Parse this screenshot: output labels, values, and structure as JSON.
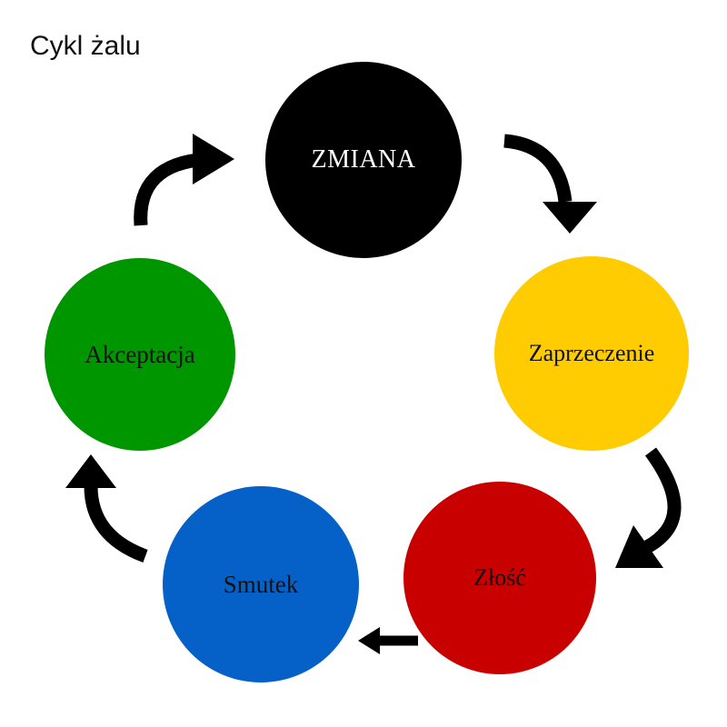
{
  "title": "Cykl żalu",
  "stages": [
    {
      "id": "zmiana",
      "label": "ZMIANA",
      "fill": "#000000",
      "text_color": "#ffffff"
    },
    {
      "id": "zaprzeczenie",
      "label": "Zaprzeczenie",
      "fill": "#fecc00",
      "text_color": "#111111"
    },
    {
      "id": "zlosc",
      "label": "Złość",
      "fill": "#c80000",
      "text_color": "#111111"
    },
    {
      "id": "smutek",
      "label": "Smutek",
      "fill": "#0561c8",
      "text_color": "#111111"
    },
    {
      "id": "akceptacja",
      "label": "Akceptacja",
      "fill": "#009600",
      "text_color": "#111111"
    }
  ],
  "arrow_color": "#000000"
}
